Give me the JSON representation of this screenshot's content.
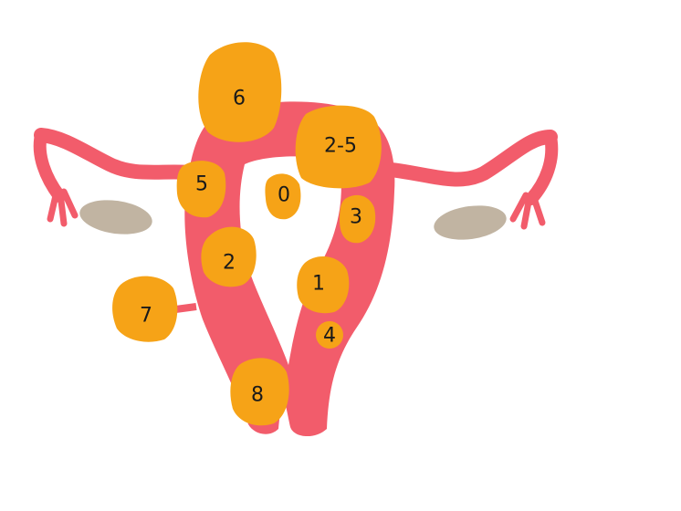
{
  "colors": {
    "uterus": "#f25c6b",
    "fibroid": "#f6a317",
    "ovary": "#c1b4a2",
    "background": "#ffffff"
  },
  "fibroids": [
    {
      "id": "f6",
      "label": "6"
    },
    {
      "id": "f2-5",
      "label": "2-5"
    },
    {
      "id": "f5",
      "label": "5"
    },
    {
      "id": "f0",
      "label": "0"
    },
    {
      "id": "f3",
      "label": "3"
    },
    {
      "id": "f2",
      "label": "2"
    },
    {
      "id": "f1",
      "label": "1"
    },
    {
      "id": "f4",
      "label": "4"
    },
    {
      "id": "f7",
      "label": "7"
    },
    {
      "id": "f8",
      "label": "8"
    }
  ]
}
